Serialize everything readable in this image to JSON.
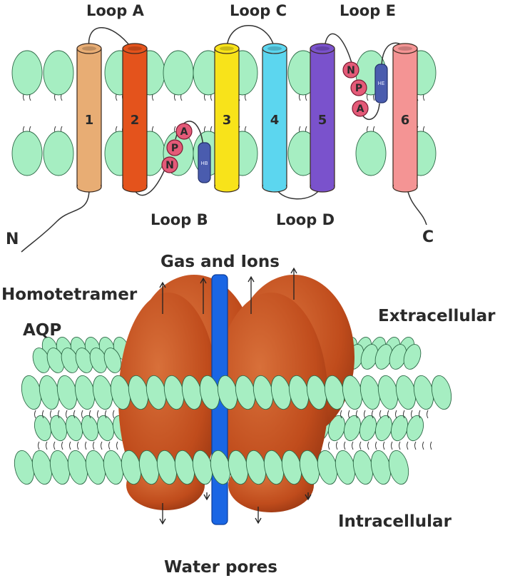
{
  "topology": {
    "loops": [
      "Loop A",
      "Loop B",
      "Loop C",
      "Loop D",
      "Loop E"
    ],
    "helices": [
      {
        "number": "1",
        "color": "#e8ad74"
      },
      {
        "number": "2",
        "color": "#e4531c"
      },
      {
        "number": "3",
        "color": "#f8e31a"
      },
      {
        "number": "4",
        "color": "#5cd6ef"
      },
      {
        "number": "5",
        "color": "#7a52cc"
      },
      {
        "number": "6",
        "color": "#f49494"
      }
    ],
    "npa_motif": [
      "N",
      "P",
      "A"
    ],
    "half_helices": [
      "HB",
      "HE"
    ],
    "n_terminus": "N",
    "c_terminus": "C"
  },
  "tetramer": {
    "top_label": "Gas and Ions",
    "left_labels": [
      "Homotetramer",
      "AQP"
    ],
    "extracellular_label": "Extracellular",
    "intracellular_label": "Intracellular",
    "bottom_label": "Water pores"
  },
  "colors": {
    "lipid": "#a6eec2",
    "lipid_outline": "#2f6a48",
    "npa": "#e45a78",
    "half_helix": "#4a5cae",
    "subunit": "#c5521f",
    "pore": "#1a66e4"
  }
}
